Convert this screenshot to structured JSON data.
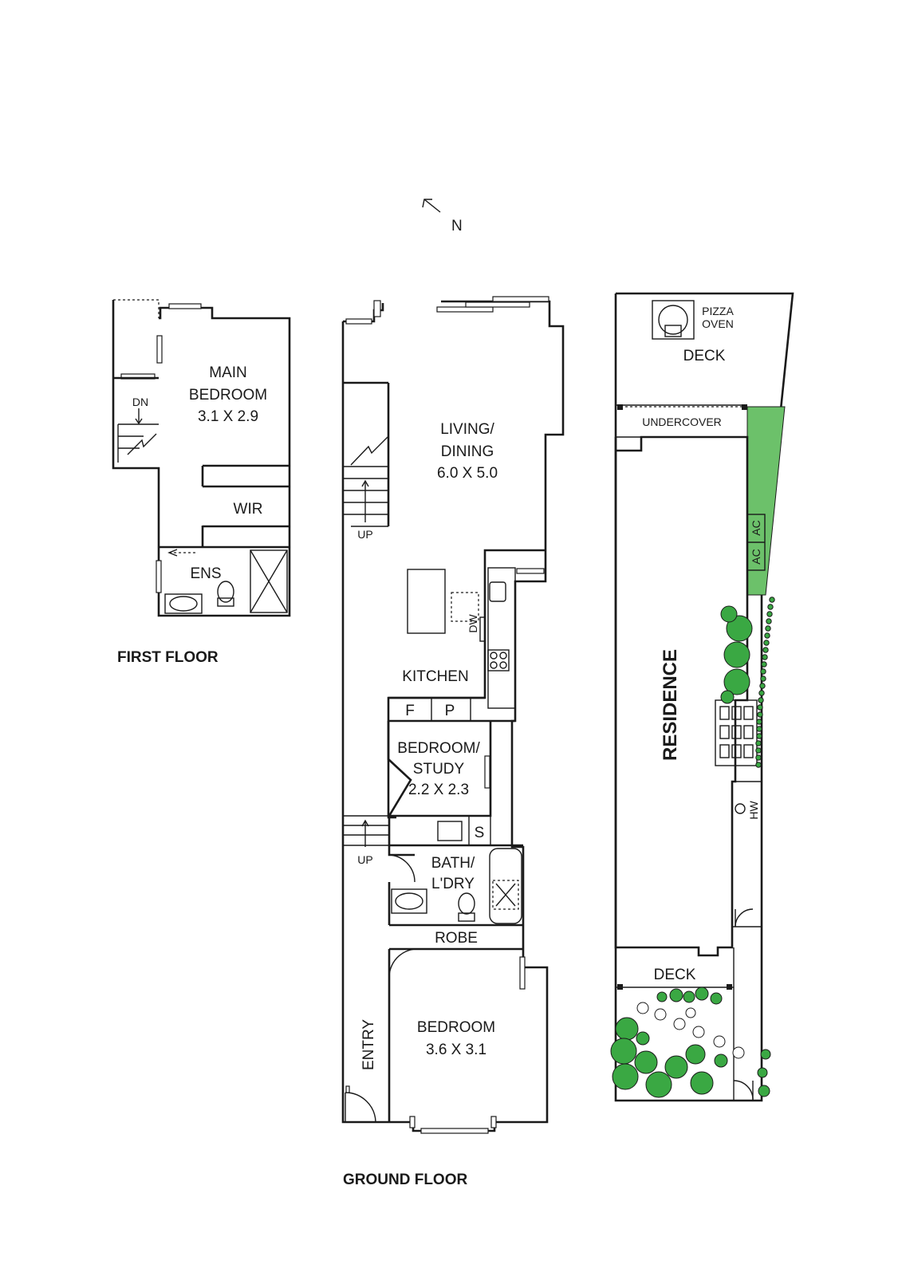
{
  "compass": {
    "label": "N"
  },
  "first_floor": {
    "title": "FIRST FLOOR",
    "main_bedroom": {
      "line1": "MAIN",
      "line2": "BEDROOM",
      "size": "3.1 X 2.9"
    },
    "wir": "WIR",
    "ens": "ENS",
    "stair_label": "DN"
  },
  "ground_floor": {
    "title": "GROUND FLOOR",
    "living": {
      "line1": "LIVING/",
      "line2": "DINING",
      "size": "6.0 X 5.0"
    },
    "kitchen": "KITCHEN",
    "dw": "DW",
    "fridge": "F",
    "pantry": "P",
    "study": {
      "line1": "BEDROOM/",
      "line2": "STUDY",
      "size": "2.2 X 2.3"
    },
    "s": "S",
    "bath": {
      "line1": "BATH/",
      "line2": "L'DRY"
    },
    "robe": "ROBE",
    "bedroom": {
      "line1": "BEDROOM",
      "size": "3.6 X 3.1"
    },
    "entry": "ENTRY",
    "up_label_top": "UP",
    "up_label_bottom": "UP"
  },
  "site": {
    "pizza_line1": "PIZZA",
    "pizza_line2": "OVEN",
    "deck_top": "DECK",
    "undercover": "UNDERCOVER",
    "residence": "RESIDENCE",
    "ac1": "AC",
    "ac2": "AC",
    "hw": "HW",
    "deck_bottom": "DECK"
  },
  "colors": {
    "line": "#1a1a1a",
    "green": "#3aa843",
    "grass": "#6cc16a"
  }
}
